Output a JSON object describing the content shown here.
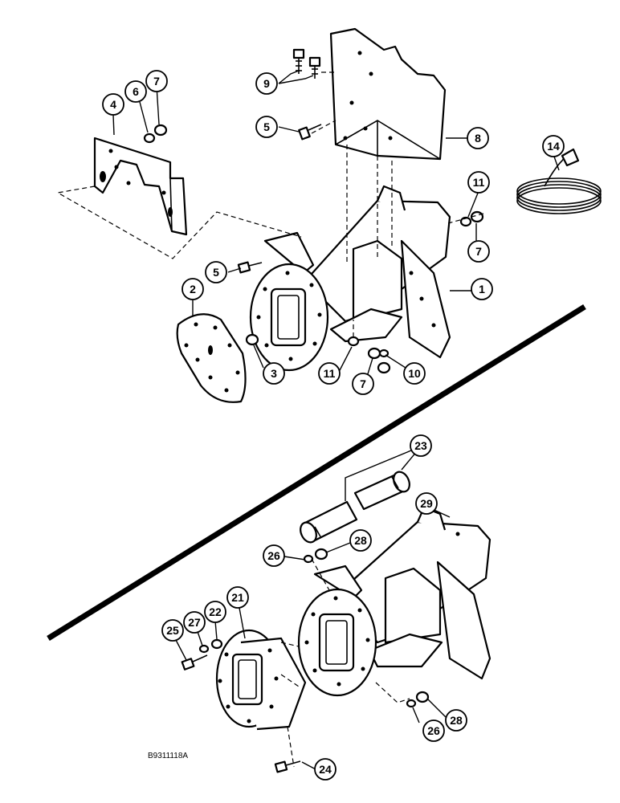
{
  "figure_code": "B9311118A",
  "callouts": {
    "c1": "1",
    "c2": "2",
    "c3": "3",
    "c4": "4",
    "c5a": "5",
    "c5b": "5",
    "c6": "6",
    "c7a": "7",
    "c7b": "7",
    "c7c": "7",
    "c8": "8",
    "c9": "9",
    "c10": "10",
    "c11a": "11",
    "c11b": "11",
    "c14": "14",
    "c21": "21",
    "c22": "22",
    "c23": "23",
    "c24": "24",
    "c25": "25",
    "c26a": "26",
    "c26b": "26",
    "c27": "27",
    "c28a": "28",
    "c28b": "28",
    "c29": "29"
  }
}
